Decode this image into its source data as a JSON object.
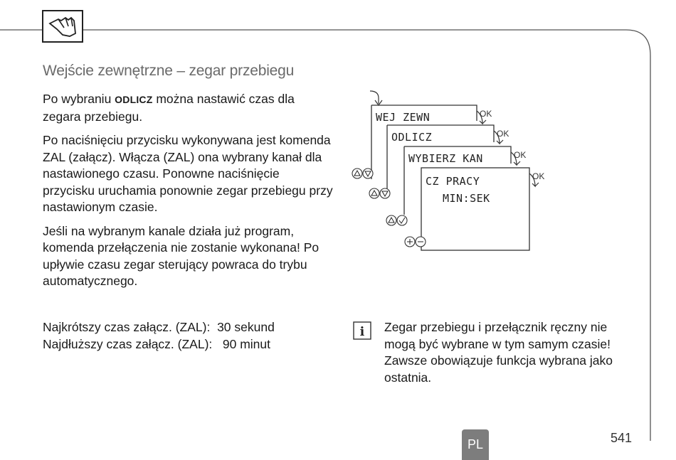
{
  "heading": "Wejście zewnętrzne – zegar przebiegu",
  "paragraphs": {
    "p1_before": "Po wybraniu ",
    "p1_keyword": "ODLICZ",
    "p1_after": " można nastawić czas dla zegara przebiegu.",
    "p2": "Po naciśnięciu przycisku wykonywana jest komenda ZAL (załącz). Włącza (ZAL) ona wybrany kanał dla nastawionego czasu. Ponowne naciśnięcie przycisku uruchamia ponownie zegar przebiegu przy nastawionym czasie.",
    "p3": "Jeśli na wybranym kanale działa już program, komenda przełączenia nie zostanie wykonana! Po upływie czasu zegar sterujący powraca do trybu automatycznego."
  },
  "specs": [
    {
      "label": "Najkrótszy czas załącz. (ZAL):",
      "value": "30 sekund"
    },
    {
      "label": "Najdłuższy czas załącz. (ZAL):",
      "value": " 90 minut"
    }
  ],
  "diagram": {
    "screens": [
      "WEJ ZEWN",
      "ODLICZ",
      "WYBIERZ KAN",
      "CZ PRACY"
    ],
    "screen4_line2": "MIN:SEK",
    "ok_label": "OK"
  },
  "note": "Zegar przebiegu i przełącznik ręczny nie mogą być wybrane w tym samym czasie! Zawsze obowiązuje funkcja wybrana jako ostatnia.",
  "footer": {
    "lang": "PL",
    "page": "541"
  },
  "colors": {
    "frame": "#555555",
    "badge": "#7d7d7d",
    "heading": "#6a6a6a"
  },
  "icons": {
    "header": "hand-pointer-icon",
    "note": "info-icon"
  }
}
